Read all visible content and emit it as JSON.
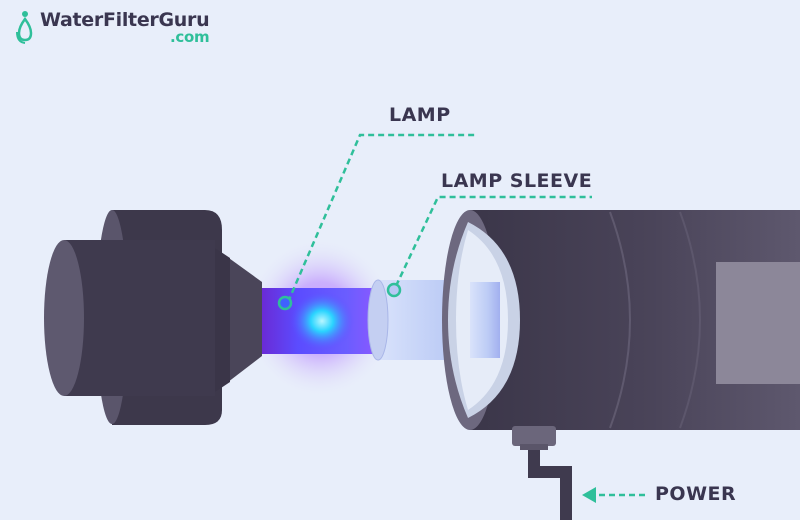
{
  "brand": {
    "name": "WaterFilterGuru",
    "suffix": ".com",
    "icon": "water-drop-person-icon",
    "accent": "#2fbf9a"
  },
  "labels": {
    "lamp": "LAMP",
    "lamp_sleeve": "LAMP SLEEVE",
    "power": "POWER"
  },
  "colors": {
    "background": "#e8eefa",
    "housing": "#3f3a4e",
    "housing_dark": "#332f40",
    "housing_face": "#57526a",
    "lamp_glow": "#7a3dff",
    "lamp_core": "#2ad4ff",
    "sleeve": "#c8d6f5",
    "leader_line": "#2fbf9a",
    "text": "#3a3650"
  }
}
